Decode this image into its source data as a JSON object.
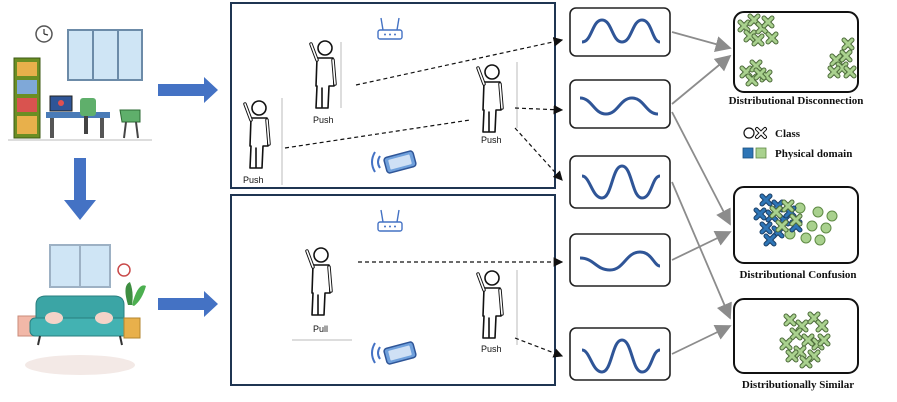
{
  "scene": {
    "top_room": {
      "figure_labels": [
        "Push",
        "Push",
        "Push"
      ]
    },
    "bottom_room": {
      "figure_labels": [
        "Pull",
        "Push"
      ]
    }
  },
  "panels": {
    "disconnection": {
      "caption": "Distributional Disconnection"
    },
    "confusion": {
      "caption": "Distributional Confusion"
    },
    "similar": {
      "caption": "Distributionally Similar"
    }
  },
  "legend": {
    "class_label": "Class",
    "domain_label": "Physical domain"
  },
  "colors": {
    "arrow_blue": "#4472C4",
    "wave": "#2F5597",
    "frame": "#1F3552",
    "marker_green": "#A9D18E",
    "marker_blue": "#2E75B6",
    "arrow_grey": "#8C8C8C"
  },
  "icons": [
    "office-room-icon",
    "living-room-icon",
    "router-icon",
    "phone-wifi-icon",
    "person-icon",
    "signal-wave-icon"
  ]
}
